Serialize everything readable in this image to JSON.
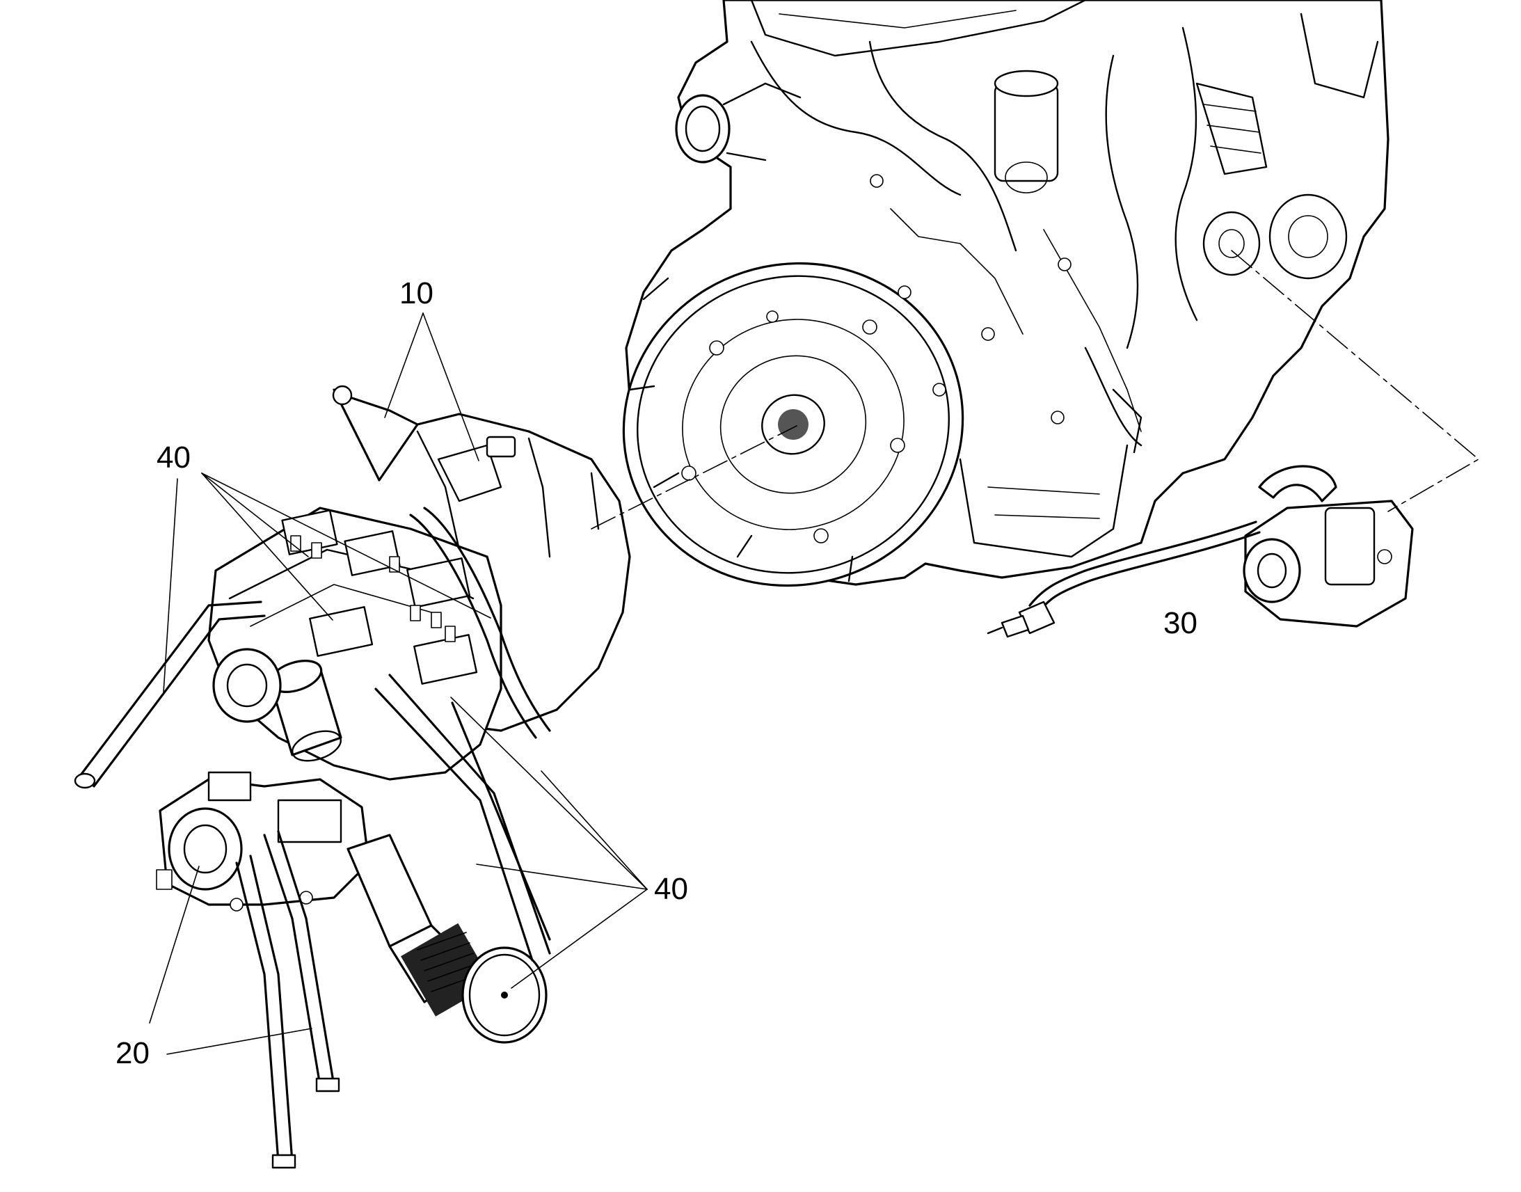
{
  "figure": {
    "callouts": [
      {
        "id": "10",
        "label": "10"
      },
      {
        "id": "20",
        "label": "20"
      },
      {
        "id": "30",
        "label": "30"
      },
      {
        "id": "40a",
        "label": "40"
      },
      {
        "id": "40b",
        "label": "40"
      }
    ],
    "colors": {
      "line": "#000000",
      "background": "#ffffff"
    }
  }
}
